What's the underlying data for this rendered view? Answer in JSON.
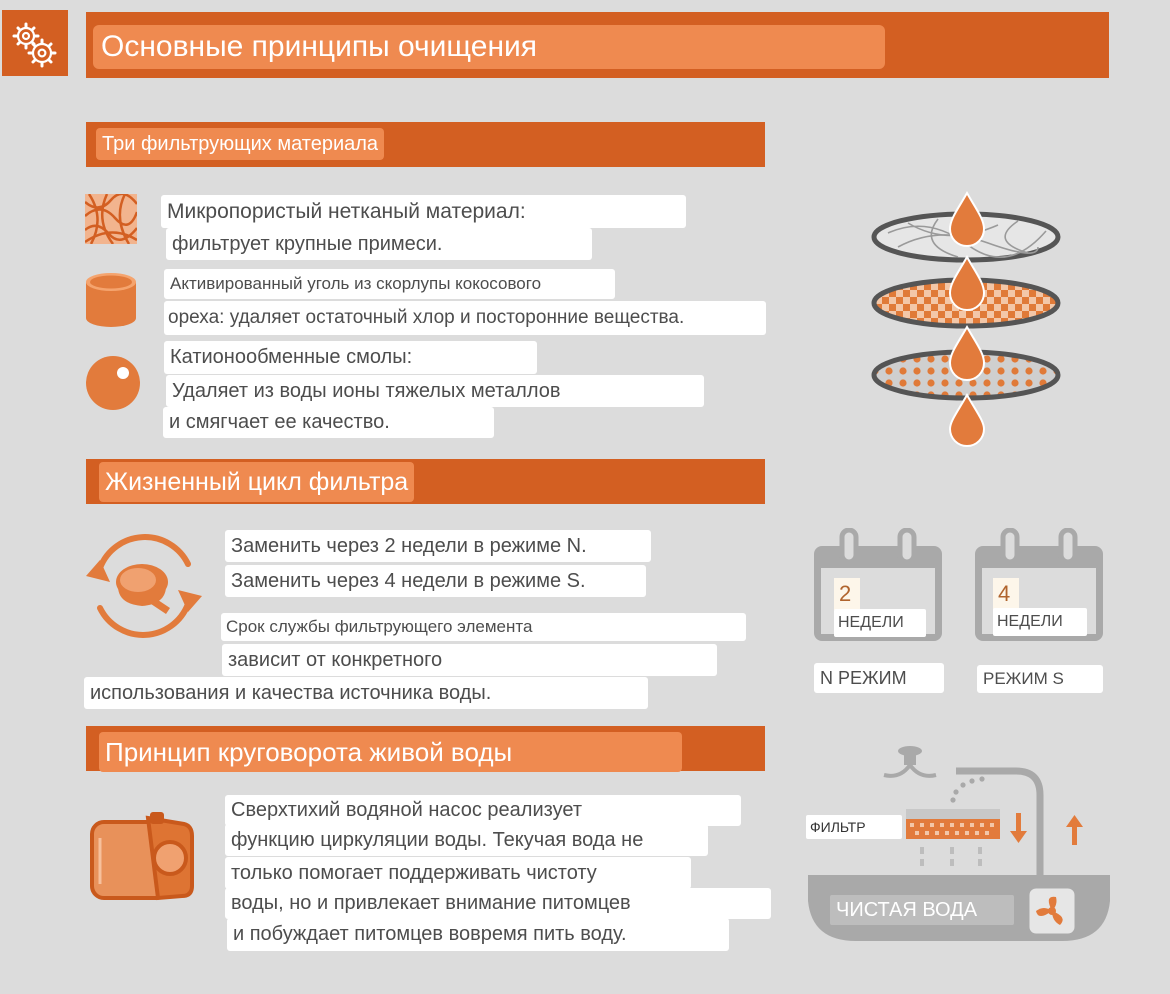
{
  "title": "Основные принципы очищения",
  "sections": {
    "materials": {
      "heading": "Три фильтрующих материала",
      "items": [
        {
          "icon": "nonwoven-fabric-icon",
          "lines": [
            "Микропористый нетканый материал:",
            "фильтрует крупные примеси."
          ]
        },
        {
          "icon": "coconut-carbon-icon",
          "lines": [
            "Активированный уголь из скорлупы кокосового",
            "ореха: удаляет остаточный хлор и посторонние вещества."
          ]
        },
        {
          "icon": "resin-ball-icon",
          "lines": [
            "Катионообменные смолы:",
            "Удаляет из воды ионы тяжелых металлов",
            "и смягчает ее качество."
          ]
        }
      ]
    },
    "lifecycle": {
      "heading": "Жизненный цикл фильтра",
      "lines": [
        "Заменить через 2 недели в режиме N.",
        "Заменить через 4 недели в режиме S."
      ],
      "note": [
        "Срок службы фильтрующего элемента",
        "зависит от конкретного",
        "использования и качества источника воды."
      ],
      "calendars": [
        {
          "number": "2",
          "unit": "НЕДЕЛИ",
          "mode": "N РЕЖИМ"
        },
        {
          "number": "4",
          "unit": "НЕДЕЛИ",
          "mode": "РЕЖИМ S"
        }
      ]
    },
    "circulation": {
      "heading": "Принцип круговорота живой воды",
      "lines": [
        "Сверхтихий водяной насос реализует",
        "функцию циркуляции воды. Текучая вода не",
        "только помогает поддерживать чистоту",
        "воды, но и привлекает внимание питомцев",
        "и побуждает питомцев вовремя пить воду."
      ],
      "diagram": {
        "filter_label": "ФИЛЬТР",
        "water_label": "ЧИСТАЯ ВОДА"
      }
    }
  },
  "colors": {
    "accent": "#d35f22",
    "accent_light": "#ef8a50",
    "background": "#dcdcdc",
    "gray": "#a9a9a9"
  }
}
